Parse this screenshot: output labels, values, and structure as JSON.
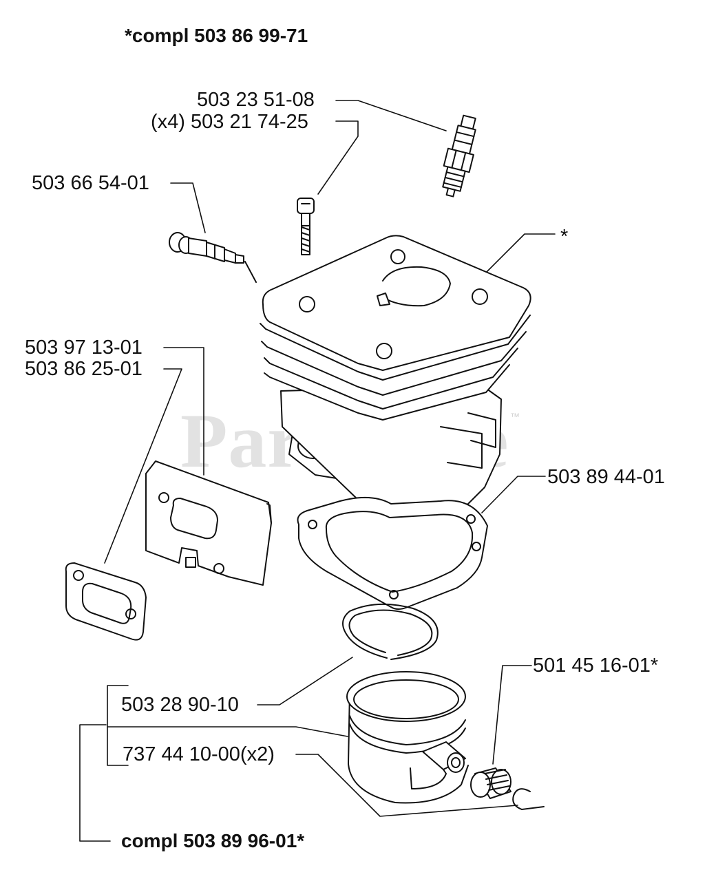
{
  "title": "*compl 503 86 99-71",
  "footer": "compl 503 89 96-01*",
  "watermark": {
    "text": "PartsTree",
    "trademark": "™",
    "color": "#e2e2e2"
  },
  "parts": [
    {
      "number": "503 23 51-08",
      "item": "spark-plug"
    },
    {
      "number": "(x4) 503 21 74-25",
      "item": "cylinder-screw"
    },
    {
      "number": "503 66 54-01",
      "item": "decompression-valve"
    },
    {
      "number": "*",
      "item": "cylinder"
    },
    {
      "number": "503 97 13-01",
      "item": "muffler-gasket-plate"
    },
    {
      "number": "503 86 25-01",
      "item": "muffler-gasket"
    },
    {
      "number": "503 89 44-01",
      "item": "cylinder-base-gasket"
    },
    {
      "number": "501 45 16-01*",
      "item": "needle-bearing"
    },
    {
      "number": "503 28 90-10",
      "item": "piston-ring"
    },
    {
      "number": "737 44 10-00(x2)",
      "item": "circlip"
    }
  ]
}
